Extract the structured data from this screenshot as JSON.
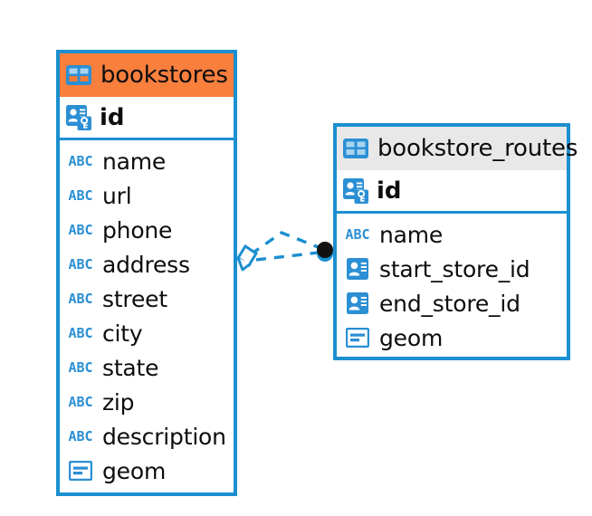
{
  "diagram": {
    "type": "entity-relationship-diagram",
    "background_color": "#ffffff",
    "accent_color": "#1b8fd0",
    "highlight_color": "#f97f3d",
    "header_gray": "#e8e8e8",
    "entities": [
      {
        "name": "bookstores",
        "icon": "table-icon",
        "header_color": "#f97f3d",
        "selected": true,
        "primary_key": {
          "label": "id",
          "icon": "primary-key-icon"
        },
        "attributes": [
          {
            "label": "name",
            "icon": "abc-icon",
            "icon_text": "ABC"
          },
          {
            "label": "url",
            "icon": "abc-icon",
            "icon_text": "ABC"
          },
          {
            "label": "phone",
            "icon": "abc-icon",
            "icon_text": "ABC"
          },
          {
            "label": "address",
            "icon": "abc-icon",
            "icon_text": "ABC"
          },
          {
            "label": "street",
            "icon": "abc-icon",
            "icon_text": "ABC"
          },
          {
            "label": "city",
            "icon": "abc-icon",
            "icon_text": "ABC"
          },
          {
            "label": "state",
            "icon": "abc-icon",
            "icon_text": "ABC"
          },
          {
            "label": "zip",
            "icon": "abc-icon",
            "icon_text": "ABC"
          },
          {
            "label": "description",
            "icon": "abc-icon",
            "icon_text": "ABC"
          },
          {
            "label": "geom",
            "icon": "geometry-icon"
          }
        ]
      },
      {
        "name": "bookstore_routes",
        "icon": "table-icon",
        "header_color": "#e8e8e8",
        "selected": false,
        "primary_key": {
          "label": "id",
          "icon": "primary-key-icon"
        },
        "attributes": [
          {
            "label": "name",
            "icon": "abc-icon",
            "icon_text": "ABC"
          },
          {
            "label": "start_store_id",
            "icon": "foreign-key-icon"
          },
          {
            "label": "end_store_id",
            "icon": "foreign-key-icon"
          },
          {
            "label": "geom",
            "icon": "geometry-icon"
          }
        ]
      }
    ],
    "relationship": {
      "from_entity": "bookstores",
      "to_entity": "bookstore_routes",
      "line_style": "dashed",
      "line_color": "#1b8fd0",
      "source_endpoint": "diamond-marker",
      "target_endpoint": "filled-circle-marker",
      "target_endpoint_color": "#111111"
    }
  }
}
